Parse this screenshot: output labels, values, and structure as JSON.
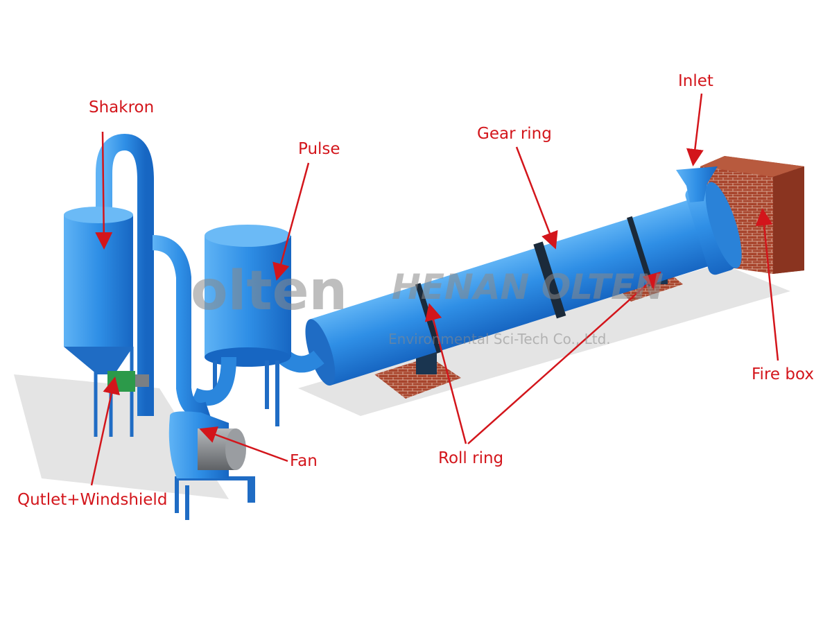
{
  "labels": {
    "shakron": "Shakron",
    "pulse": "Pulse",
    "gear_ring": "Gear ring",
    "inlet": "Inlet",
    "fire_box": "Fire box",
    "roll_ring": "Roll ring",
    "fan": "Fan",
    "outlet": "Qutlet+Windshield"
  },
  "watermark": {
    "logo": "olten",
    "company": "HENAN OLTEN",
    "subtitle": "Environmental Sci-Tech Co., Ltd."
  },
  "colors": {
    "label": "#d3151b",
    "equipment": "#2f8fe6",
    "brick": "#a8442c",
    "motor": "#8d9094"
  }
}
